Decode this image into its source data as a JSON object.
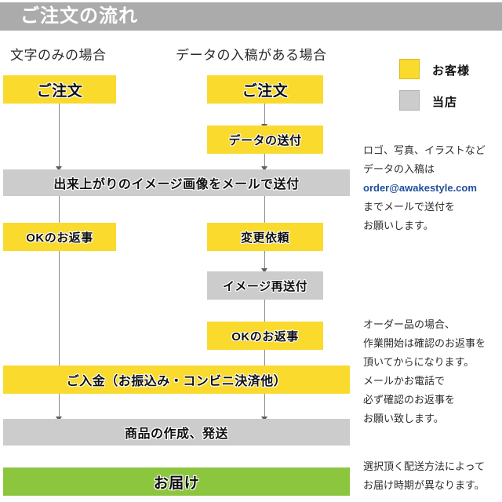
{
  "header": {
    "title": "ご注文の流れ"
  },
  "columns": {
    "left_caption": "文字のみの場合",
    "right_caption": "データの入稿がある場合"
  },
  "flow": {
    "left_order": "ご注文",
    "right_order": "ご注文",
    "right_send_data": "データの送付",
    "full_image_mail": "出来上がりのイメージ画像をメールで送付",
    "left_ok_reply": "OKのお返事",
    "right_change_request": "変更依頼",
    "right_image_resend": "イメージ再送付",
    "right_ok_reply": "OKのお返事",
    "full_payment": "ご入金（お振込み・コンビニ決済他）",
    "full_production": "商品の作成、発送",
    "full_delivery": "お届け"
  },
  "legend": [
    {
      "label": "お客様",
      "color": "#f9da2d",
      "swatch": "yellow"
    },
    {
      "label": "当店",
      "color": "#cccccc",
      "swatch": "gray"
    }
  ],
  "notes": {
    "data_note": {
      "line1": "ロゴ、写真、イラストなど",
      "line2": "データの入稿は",
      "email": "order@awakestyle.com",
      "line4": "までメールで送付を",
      "line5": "お願いします。"
    },
    "order_note": {
      "line1": "オーダー品の場合、",
      "line2": "作業開始は確認のお返事を",
      "line3": "頂いてからになります。",
      "line4": "メールかお電話で",
      "line5": "必ず確認のお返事を",
      "line6": "お願い致します。"
    },
    "delivery_note": {
      "line1": "選択頂く配送方法によって",
      "line2": "お届け時期が異なります。"
    }
  },
  "colors": {
    "customer": "#f9da2d",
    "shop": "#cccccc",
    "delivery": "#8cc63e",
    "header": "#ababab",
    "link": "#1f4e9c"
  }
}
